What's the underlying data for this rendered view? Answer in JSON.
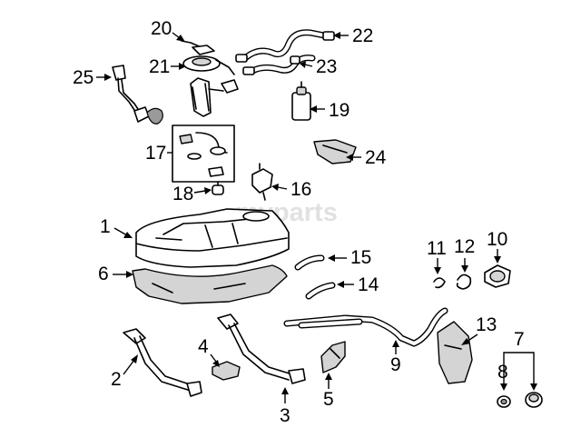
{
  "watermark": "myparts",
  "callouts": [
    {
      "id": "c1",
      "label": "1"
    },
    {
      "id": "c2",
      "label": "2"
    },
    {
      "id": "c3",
      "label": "3"
    },
    {
      "id": "c4",
      "label": "4"
    },
    {
      "id": "c5",
      "label": "5"
    },
    {
      "id": "c6",
      "label": "6"
    },
    {
      "id": "c7",
      "label": "7"
    },
    {
      "id": "c8",
      "label": "8"
    },
    {
      "id": "c9",
      "label": "9"
    },
    {
      "id": "c10",
      "label": "10"
    },
    {
      "id": "c11",
      "label": "11"
    },
    {
      "id": "c12",
      "label": "12"
    },
    {
      "id": "c13",
      "label": "13"
    },
    {
      "id": "c14",
      "label": "14"
    },
    {
      "id": "c15",
      "label": "15"
    },
    {
      "id": "c16",
      "label": "16"
    },
    {
      "id": "c17",
      "label": "17"
    },
    {
      "id": "c18",
      "label": "18"
    },
    {
      "id": "c19",
      "label": "19"
    },
    {
      "id": "c20",
      "label": "20"
    },
    {
      "id": "c21",
      "label": "21"
    },
    {
      "id": "c22",
      "label": "22"
    },
    {
      "id": "c23",
      "label": "23"
    },
    {
      "id": "c24",
      "label": "24"
    },
    {
      "id": "c25",
      "label": "25"
    }
  ]
}
